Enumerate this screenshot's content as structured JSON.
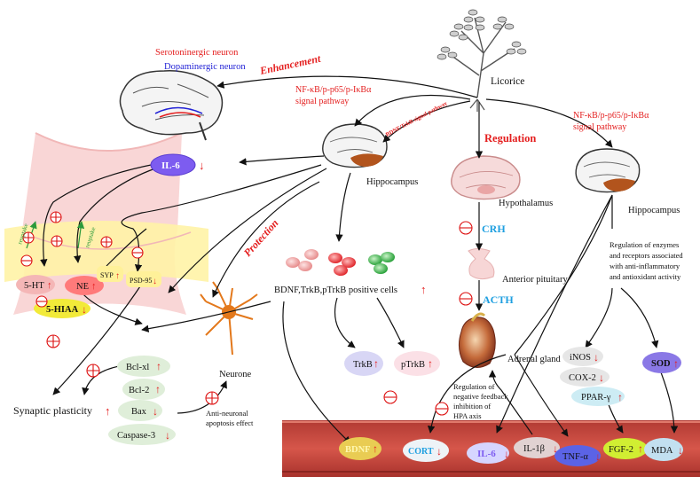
{
  "colors": {
    "red": "#e41e1e",
    "blue": "#2323d6",
    "cyan_label": "#1e9fe0",
    "synapse_pink": "#f9d6d6",
    "cleft_yellow": "#fff3a6",
    "vessel_red": "#c9463b",
    "il6_purple": "#7d5cf0"
  },
  "labels": {
    "serotoninergic": "Serotoninergic neuron",
    "dopaminergic": "Dopaminergic neuron",
    "enhancement": "Enhancement",
    "licorice": "Licorice",
    "nfkb_left_line1": "NF-κB/p-p65/p-IκBα",
    "nfkb_left_line2": "signal pathway",
    "bdnf_trkb_pathway": "BDNF/TrkB signal pathway",
    "nfkb_right_line1": "NF-κB/p-p65/p-IκBα",
    "nfkb_right_line2": "signal pathway",
    "regulation": "Regulation",
    "protection": "Protection",
    "hippocampus_left": "Hippocampus",
    "hippocampus_right": "Hippocampus",
    "hypothalamus": "Hypothalamus",
    "crh": "CRH",
    "anterior_pituitary": "Anterior pituitary",
    "acth": "ACTH",
    "adrenal_gland": "Adrenal gland",
    "il6_top": "IL-6",
    "reuptake1": "reuptake",
    "reuptake2": "reuptake",
    "syp": "SYP",
    "psd95": "PSD-95",
    "ht5": "5-HT",
    "ne": "NE",
    "hiaa": "5-HIAA",
    "bdnf_cells": "BDNF,TrkB,pTrkB positive cells",
    "trkb": "TrkB",
    "ptrkb": "pTrkB",
    "neurone": "Neurone",
    "bclxl": "Bcl-xl",
    "bcl2": "Bcl-2",
    "bax": "Bax",
    "caspase3": "Caspase-3",
    "synaptic_plasticity": "Synaptic plasticity",
    "anti_neuronal_line1": "Anti-neuronal",
    "anti_neuronal_line2": "apoptosis effect",
    "hpa_line1": "Regulation of",
    "hpa_line2": "negative feedback",
    "hpa_line3": "inhibition of",
    "hpa_line4": "HPA axis",
    "enzymes_line1": "Regulation of enzymes",
    "enzymes_line2": "and receptors associated",
    "enzymes_line3": "with anti-inflammatory",
    "enzymes_line4": "and antioxidant activity",
    "inos": "iNOS",
    "cox2": "COX-2",
    "ppar": "PPAR-γ",
    "sod": "SOD",
    "vessel_bdnf": "BDNF",
    "vessel_cort": "CORT",
    "vessel_il6": "IL-6",
    "vessel_il1b": "IL-1β",
    "vessel_tnfa": "TNF-α",
    "vessel_fgf2": "FGF-2",
    "vessel_mda": "MDA"
  },
  "symbols": {
    "up": "↑",
    "down": "↓"
  }
}
